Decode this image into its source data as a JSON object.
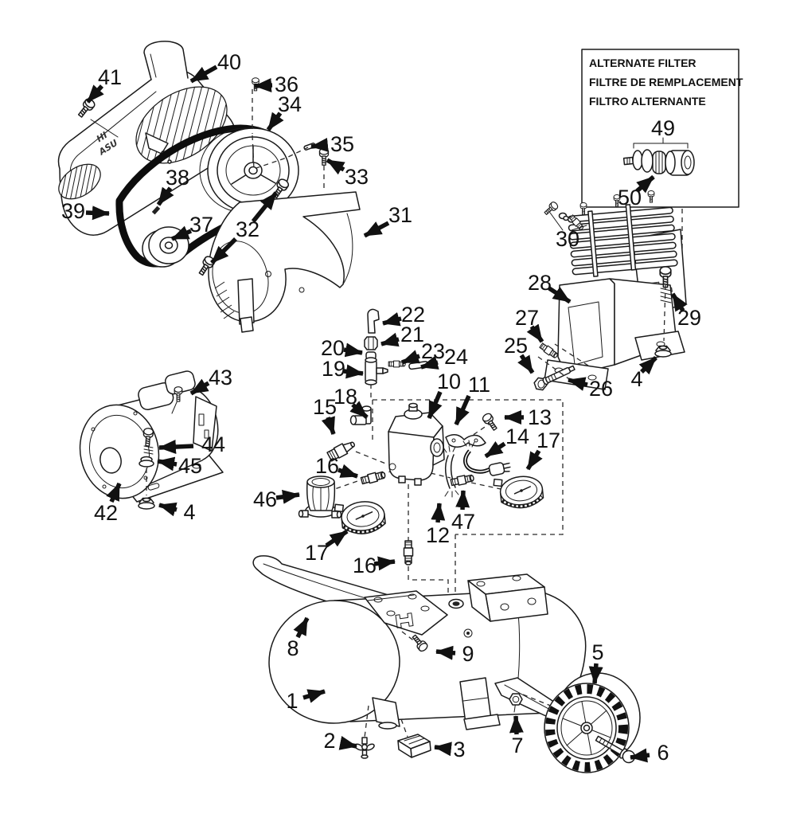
{
  "filter_box": {
    "line1": "ALTERNATE FILTER",
    "line2": "FILTRE DE REMPLACEMENT",
    "line3": "FILTRO ALTERNANTE"
  },
  "cover_logo": {
    "line1": "HI",
    "line2": "ASU"
  },
  "callouts": {
    "p1": "1",
    "p2": "2",
    "p3": "3",
    "p4": "4",
    "p5": "5",
    "p6": "6",
    "p7": "7",
    "p8": "8",
    "p9": "9",
    "p10": "10",
    "p11": "11",
    "p12": "12",
    "p13": "13",
    "p14": "14",
    "p15": "15",
    "p16": "16",
    "p17": "17",
    "p18": "18",
    "p19": "19",
    "p20": "20",
    "p21": "21",
    "p22": "22",
    "p23": "23",
    "p24": "24",
    "p25": "25",
    "p26": "26",
    "p27": "27",
    "p28": "28",
    "p29": "29",
    "p30": "30",
    "p31": "31",
    "p32": "32",
    "p33": "33",
    "p34": "34",
    "p35": "35",
    "p36": "36",
    "p37": "37",
    "p38": "38",
    "p39": "39",
    "p40": "40",
    "p41": "41",
    "p42": "42",
    "p43": "43",
    "p44": "44",
    "p45": "45",
    "p46": "46",
    "p47": "47",
    "p49": "49",
    "p50": "50"
  }
}
